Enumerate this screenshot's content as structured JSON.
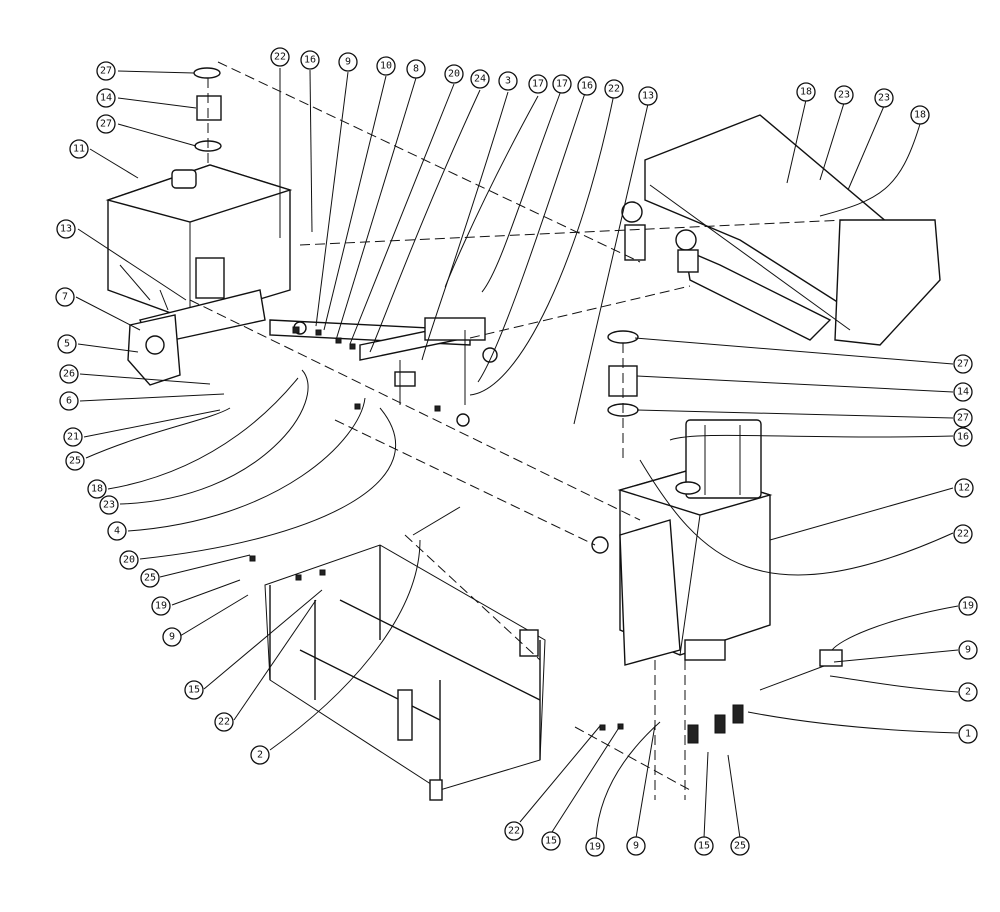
{
  "callouts": [
    "27",
    "14",
    "27",
    "11",
    "13",
    "7",
    "5",
    "26",
    "6",
    "21",
    "25",
    "18",
    "23",
    "4",
    "20",
    "22",
    "16",
    "9",
    "10",
    "8",
    "20",
    "24",
    "3",
    "17",
    "17",
    "16",
    "22",
    "13",
    "18",
    "23",
    "23",
    "18",
    "27",
    "14",
    "27",
    "16",
    "12",
    "22",
    "25",
    "19",
    "9",
    "15",
    "22",
    "2",
    "19",
    "9",
    "2",
    "1",
    "22",
    "15",
    "19",
    "9",
    "15",
    "25"
  ]
}
